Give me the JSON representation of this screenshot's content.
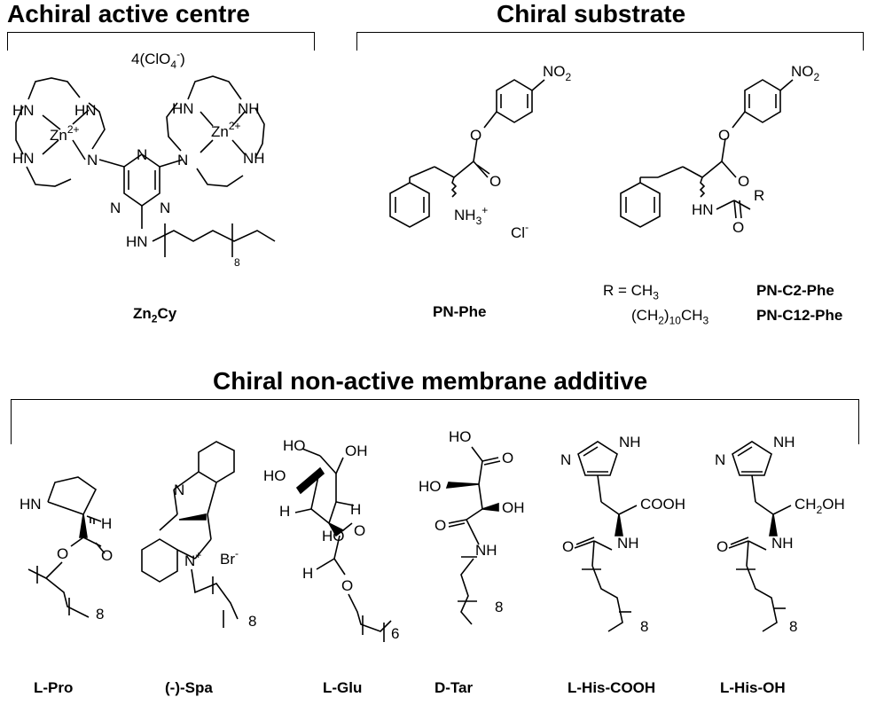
{
  "sections": {
    "achiral": "Achiral active centre",
    "substrate": "Chiral substrate",
    "additive": "Chiral non-active membrane additive"
  },
  "counterion": "4(ClO4-)",
  "compounds": {
    "zn2cy": "Zn2Cy",
    "pn_phe": "PN-Phe",
    "pn_c2_phe": "PN-C2-Phe",
    "pn_c12_phe": "PN-C12-Phe",
    "l_pro": "L-Pro",
    "spa": "(-)-Spa",
    "l_glu": "L-Glu",
    "d_tar": "D-Tar",
    "l_his_cooh": "L-His-COOH",
    "l_his_oh": "L-His-OH"
  },
  "r_groups": {
    "r_label": "R = CH3",
    "r_c12": "(CH2)10CH3"
  },
  "atoms": {
    "hn": "HN",
    "nh": "NH",
    "n": "N",
    "zn2": "Zn2+",
    "no2": "NO2",
    "o": "O",
    "nh3": "NH3+",
    "cl": "Cl-",
    "r": "R",
    "h": "H",
    "ho": "HO",
    "oh": "OH",
    "br": "Br-",
    "cooh": "COOH",
    "ch2oh": "CH2OH"
  },
  "repeat_counts": {
    "zn2cy": "8",
    "l_pro": "8",
    "spa": "8",
    "l_glu": "6",
    "d_tar": "8",
    "l_his_cooh": "8",
    "l_his_oh": "8"
  }
}
